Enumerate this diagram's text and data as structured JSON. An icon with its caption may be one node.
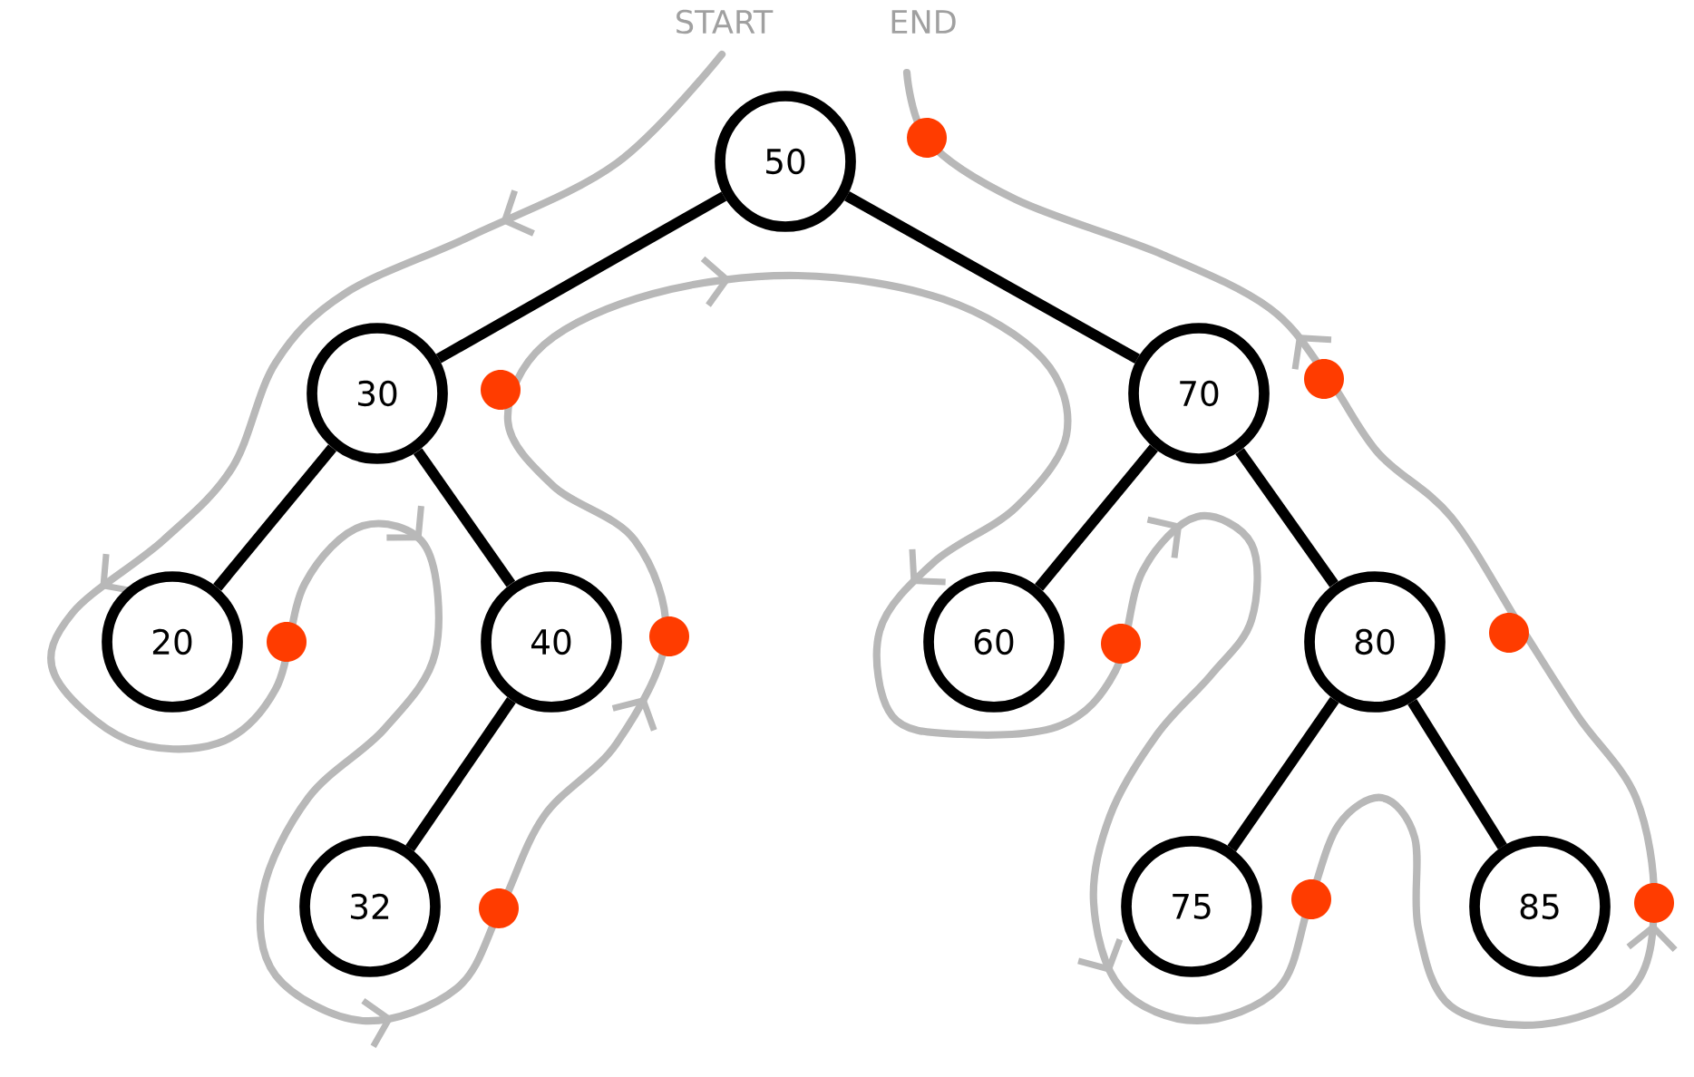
{
  "diagram": {
    "nodes": [
      {
        "text": [
          "50"
        ]
      },
      {
        "text": [
          "30"
        ]
      },
      {
        "text": [
          "70"
        ]
      },
      {
        "text": [
          "20"
        ]
      },
      {
        "text": [
          "40"
        ]
      },
      {
        "text": [
          "60"
        ]
      },
      {
        "text": [
          "80"
        ]
      },
      {
        "text": [
          "32"
        ]
      },
      {
        "text": [
          "75"
        ]
      },
      {
        "text": [
          "85"
        ]
      }
    ],
    "edges": [
      {
        "from": 0,
        "to": 1,
        "arrow": "none"
      },
      {
        "from": 0,
        "to": 2,
        "arrow": "none"
      },
      {
        "from": 1,
        "to": 3,
        "arrow": "none"
      },
      {
        "from": 1,
        "to": 4,
        "arrow": "none"
      },
      {
        "from": 4,
        "to": 7,
        "arrow": "none"
      },
      {
        "from": 2,
        "to": 5,
        "arrow": "none"
      },
      {
        "from": 2,
        "to": 6,
        "arrow": "none"
      },
      {
        "from": 6,
        "to": 8,
        "arrow": "none"
      },
      {
        "from": 6,
        "to": 9,
        "arrow": "none"
      }
    ],
    "labels": [
      "START",
      "END"
    ]
  }
}
